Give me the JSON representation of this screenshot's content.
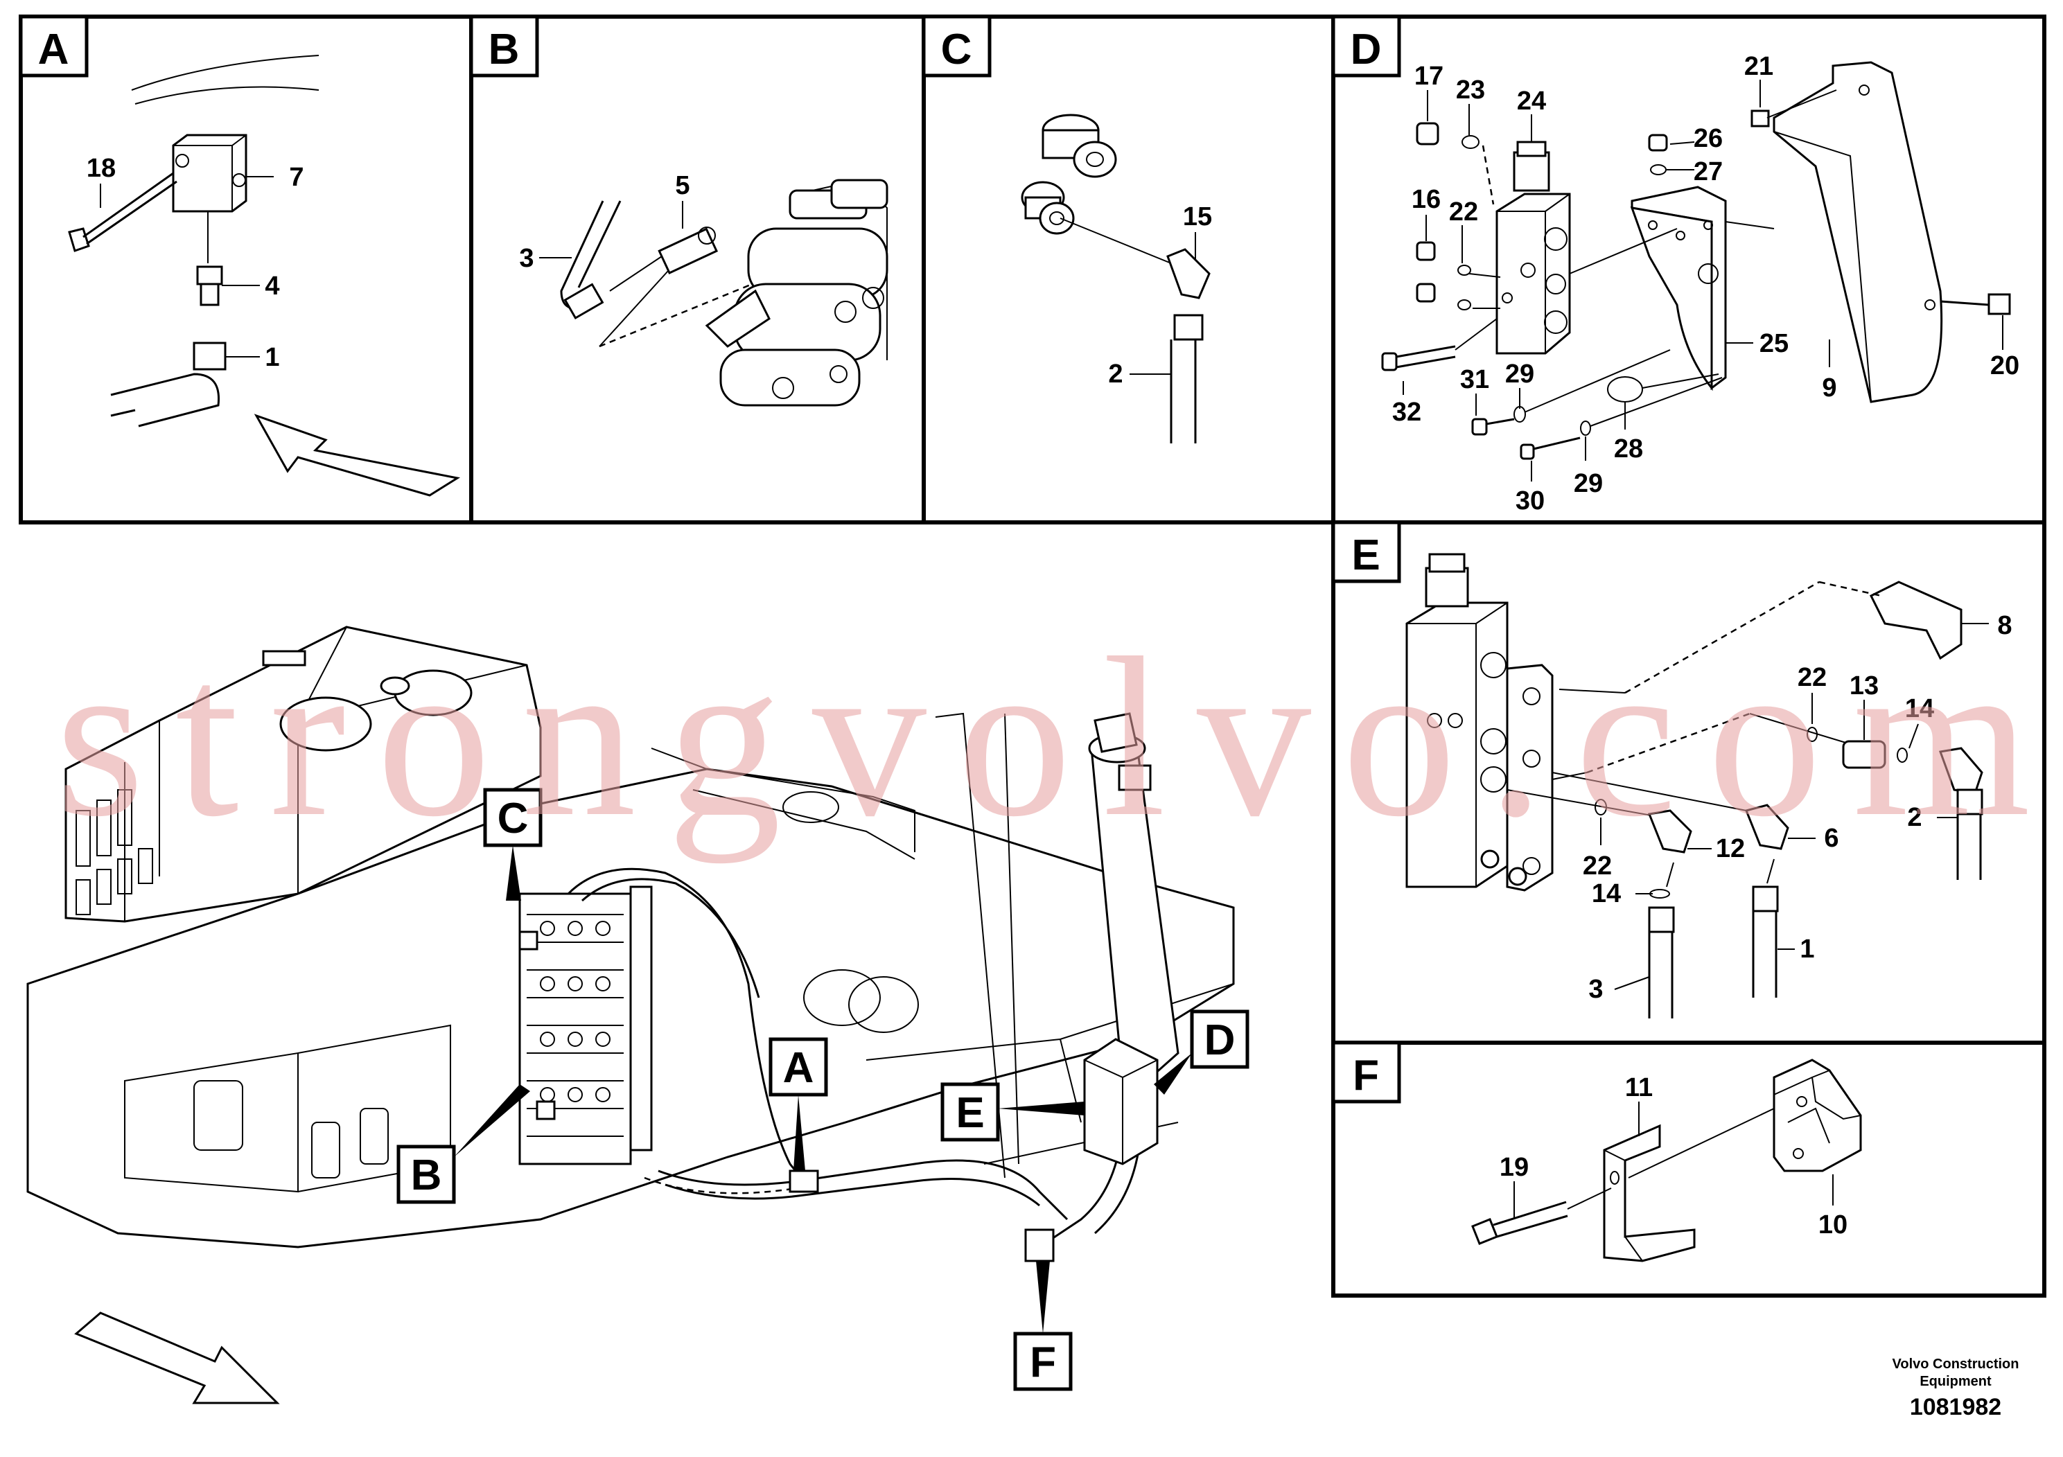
{
  "panels": [
    {
      "label": "A",
      "numbers": [
        "18",
        "7",
        "4",
        "1"
      ]
    },
    {
      "label": "B",
      "numbers": [
        "5",
        "3"
      ]
    },
    {
      "label": "C",
      "numbers": [
        "15",
        "2"
      ]
    },
    {
      "label": "D",
      "numbers": [
        "17",
        "23",
        "24",
        "21",
        "26",
        "27",
        "16",
        "22",
        "25",
        "20",
        "9",
        "32",
        "31",
        "29",
        "28",
        "30",
        "29"
      ]
    },
    {
      "label": "E",
      "numbers": [
        "8",
        "22",
        "13",
        "14",
        "2",
        "6",
        "22",
        "12",
        "14",
        "1",
        "3"
      ]
    },
    {
      "label": "F",
      "numbers": [
        "11",
        "19",
        "10"
      ]
    }
  ],
  "callouts": [
    "C",
    "A",
    "D",
    "E",
    "B",
    "F"
  ],
  "watermark": "strongvolvo.com",
  "footer": {
    "company_line1": "Volvo Construction",
    "company_line2": "Equipment",
    "drawing_number": "1081982"
  },
  "colors": {
    "watermark": "#e6a0a0",
    "lines": "#000000",
    "background": "#ffffff"
  }
}
